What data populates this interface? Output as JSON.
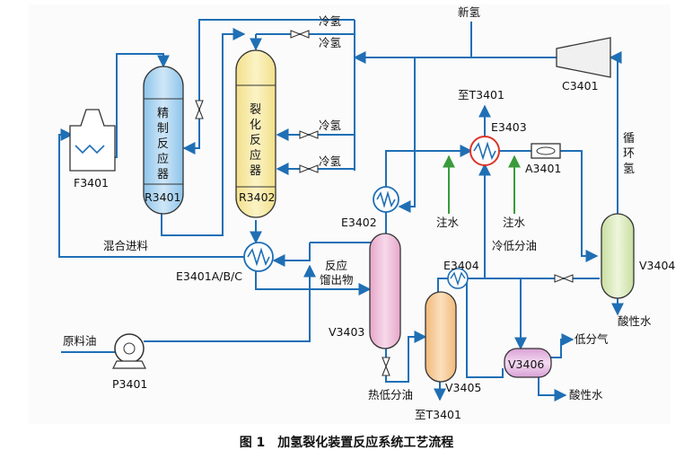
{
  "colors": {
    "pipe": "#1f6fb5",
    "water": "#3a9b3a",
    "exchanger": "#1f6fb5",
    "e3403_ring": "#d9362b"
  },
  "labels": {
    "xin_qing": "新氢",
    "leng_qing_1": "冷氢",
    "leng_qing_2": "冷氢",
    "leng_qing_3": "冷氢",
    "leng_qing_4": "冷氢",
    "c3401": "C3401",
    "zhi_t3401_top": "至T3401",
    "e3403": "E3403",
    "a3401": "A3401",
    "xun_huan_qing": "循环氢",
    "f3401": "F3401",
    "r3401_text": "精制反应器",
    "r3401": "R3401",
    "r3402_text": "裂化反应器",
    "r3402": "R3402",
    "e3402": "E3402",
    "zhu_shui_1": "注水",
    "zhu_shui_2": "注水",
    "hun_he_jin_liao": "混合进料",
    "e3401": "E3401A/B/C",
    "fan_ying_liu_chu_wu_1": "反应",
    "fan_ying_liu_chu_wu_2": "馏出物",
    "e3404": "E3404",
    "leng_di_fen_you": "冷低分油",
    "v3404": "V3404",
    "suan_xing_shui_1": "酸性水",
    "v3403": "V3403",
    "yuan_liao_you": "原料油",
    "p3401": "P3401",
    "di_fen_qi": "低分气",
    "v3406": "V3406",
    "re_di_fen_you": "热低分油",
    "v3405": "V3405",
    "suan_xing_shui_2": "酸性水",
    "zhi_t3401_bottom": "至T3401"
  },
  "caption": "图 1　加氢裂化装置反应系统工艺流程"
}
